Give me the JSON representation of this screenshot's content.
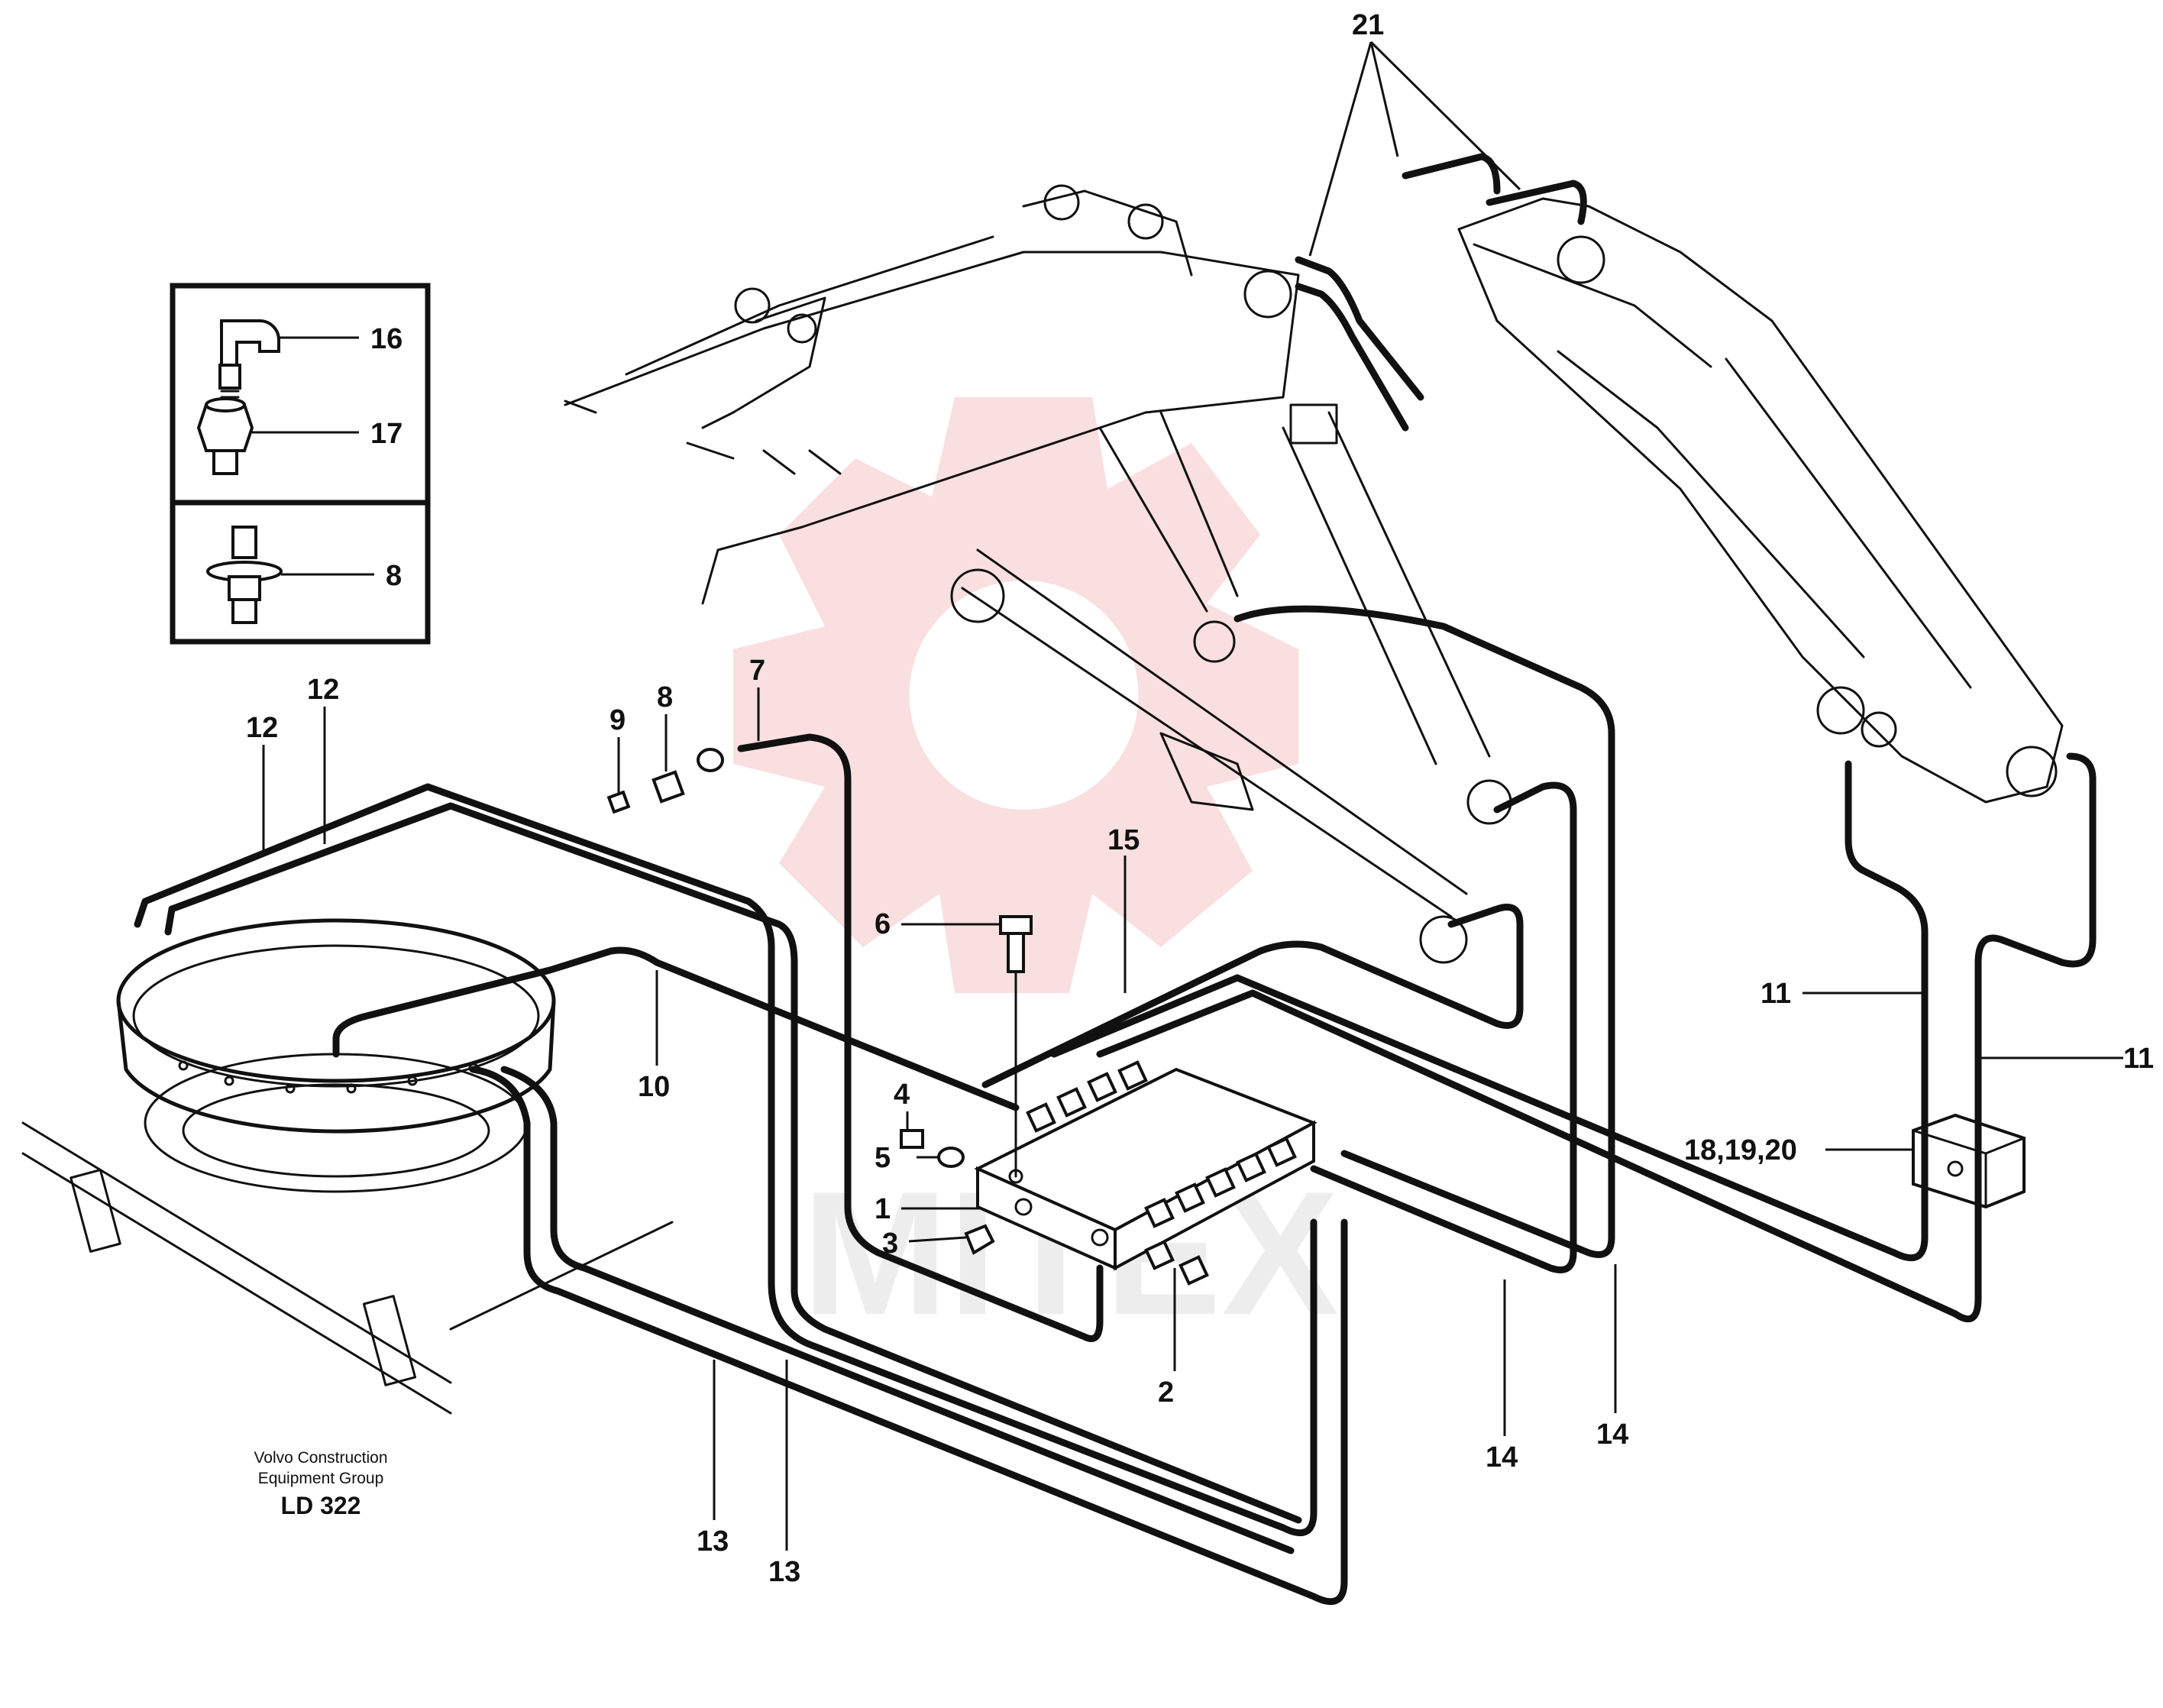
{
  "diagram": {
    "watermark_text": "MITEX",
    "caption": {
      "line1": "Volvo Construction",
      "line2": "Equipment Group",
      "code": "LD 322"
    },
    "callouts": [
      {
        "id": "c21",
        "label": "21"
      },
      {
        "id": "c16",
        "label": "16"
      },
      {
        "id": "c17",
        "label": "17"
      },
      {
        "id": "c8a",
        "label": "8"
      },
      {
        "id": "c12a",
        "label": "12"
      },
      {
        "id": "c12b",
        "label": "12"
      },
      {
        "id": "c9",
        "label": "9"
      },
      {
        "id": "c8b",
        "label": "8"
      },
      {
        "id": "c7",
        "label": "7"
      },
      {
        "id": "c15",
        "label": "15"
      },
      {
        "id": "c6",
        "label": "6"
      },
      {
        "id": "c10",
        "label": "10"
      },
      {
        "id": "c4",
        "label": "4"
      },
      {
        "id": "c5",
        "label": "5"
      },
      {
        "id": "c1",
        "label": "1"
      },
      {
        "id": "c3",
        "label": "3"
      },
      {
        "id": "c2",
        "label": "2"
      },
      {
        "id": "c11a",
        "label": "11"
      },
      {
        "id": "c11b",
        "label": "11"
      },
      {
        "id": "c181920",
        "label": "18,19,20"
      },
      {
        "id": "c14a",
        "label": "14"
      },
      {
        "id": "c14b",
        "label": "14"
      },
      {
        "id": "c13a",
        "label": "13"
      },
      {
        "id": "c13b",
        "label": "13"
      }
    ]
  }
}
